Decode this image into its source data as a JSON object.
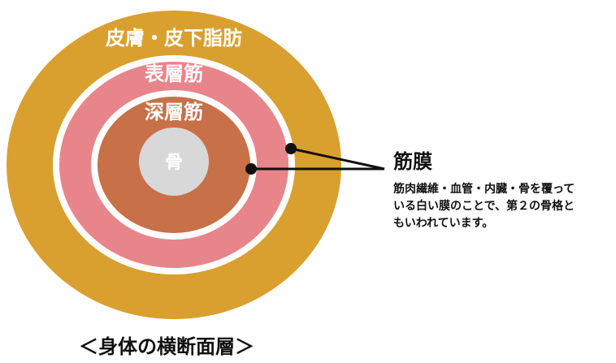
{
  "layers": {
    "skin": {
      "label": "皮膚・皮下脂肪",
      "color": "#D9A030"
    },
    "superficial_muscle": {
      "label": "表層筋",
      "color": "#E8858A"
    },
    "deep_muscle": {
      "label": "深層筋",
      "color": "#C87048"
    },
    "bone": {
      "label": "骨",
      "color": "#D8D8D8"
    }
  },
  "fascia_color": "#FFFFFF",
  "callout": {
    "title": "筋膜",
    "description_lines": [
      "筋肉繊維・血管・内臓・骨を覆って",
      "いる白い膜のことで、第２の骨格と",
      "もいわれています。"
    ]
  },
  "caption": "＜身体の横断面層＞"
}
